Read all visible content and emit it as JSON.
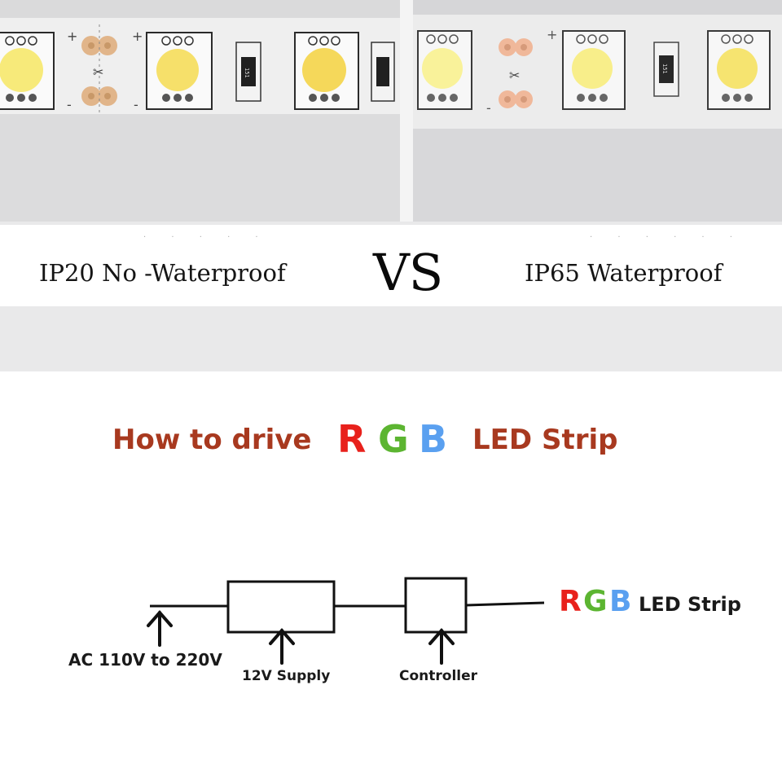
{
  "comparison": {
    "left_label": "IP20 No -Waterproof",
    "vs_label": "VS",
    "right_label": "IP65 Waterproof",
    "photo_left_marks": {
      "plus": "+",
      "minus": "-",
      "resistor_code": "151"
    },
    "photo_right_marks": {
      "plus": "+",
      "minus": "-",
      "resistor_code": "151"
    }
  },
  "heading": {
    "prefix": "How to drive",
    "rgb": [
      "R",
      "G",
      "B"
    ],
    "suffix": "LED Strip"
  },
  "colors": {
    "heading_text": "#a8391f",
    "r": "#e8211c",
    "g": "#5cb531",
    "b": "#5aa0f0",
    "led_yellow": "#f7ea7a",
    "copper_pad": "#e1b58a"
  },
  "diagram": {
    "ac_label": "AC 110V to 220V",
    "supply_label": "12V Supply",
    "controller_label": "Controller",
    "output_rgb": [
      "R",
      "G",
      "B"
    ],
    "output_suffix": "LED Strip"
  }
}
